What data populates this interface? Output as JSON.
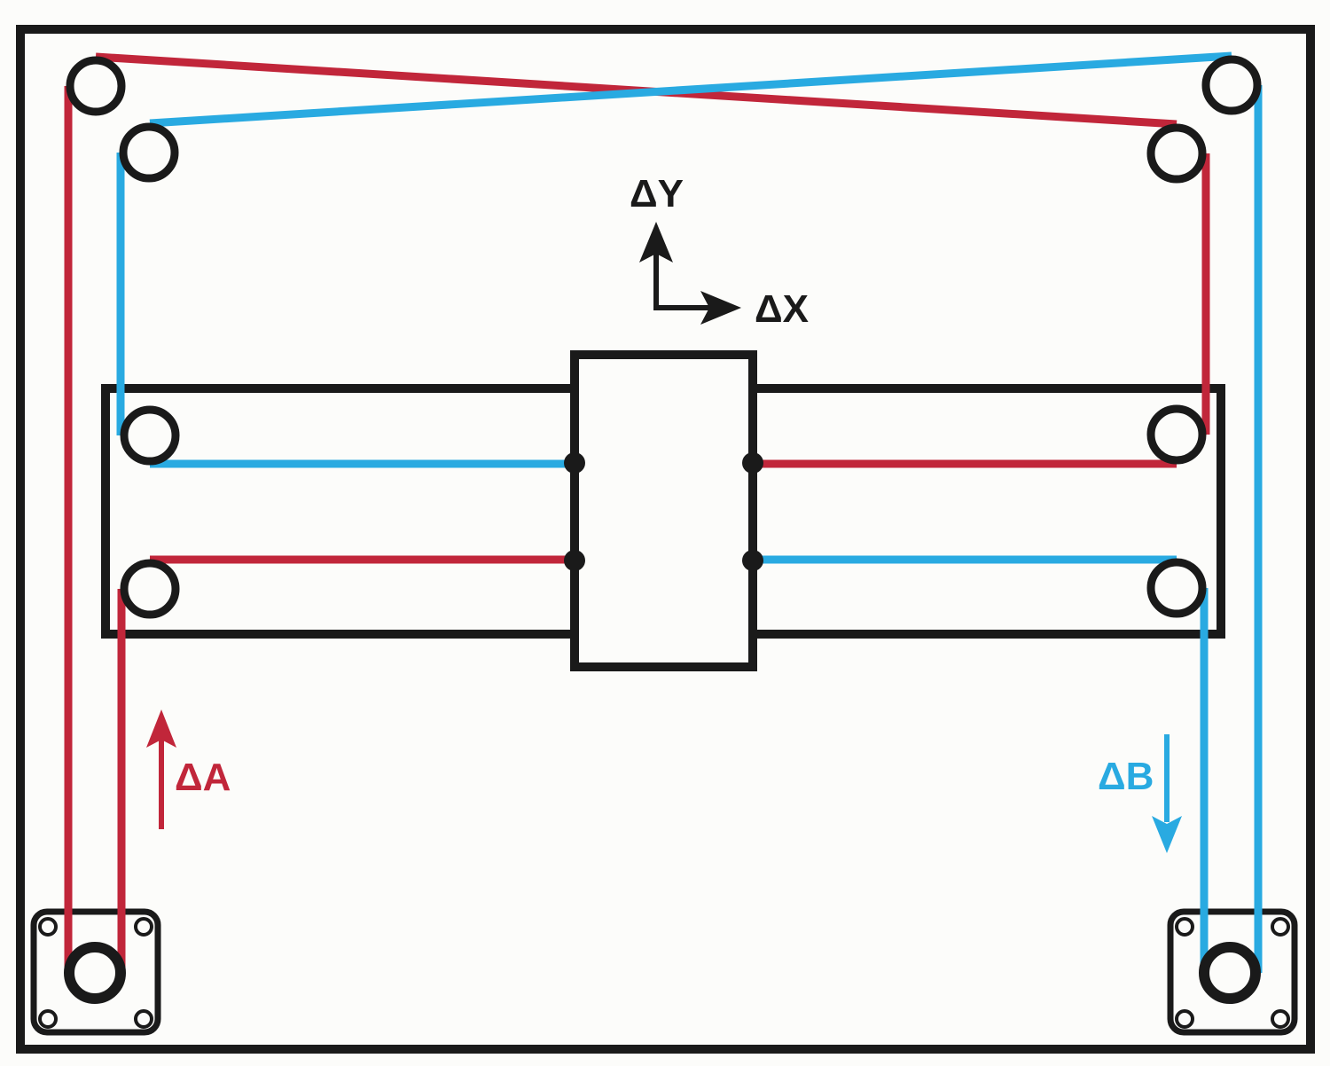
{
  "diagram": {
    "labels": {
      "delta_y": "ΔY",
      "delta_x": "ΔX",
      "delta_a": "ΔA",
      "delta_b": "ΔB"
    },
    "colors": {
      "belt-a": "#c1263a",
      "belt-b": "#29aae1",
      "ink": "#1a1a1a",
      "bg": "#fcfcfa"
    }
  }
}
